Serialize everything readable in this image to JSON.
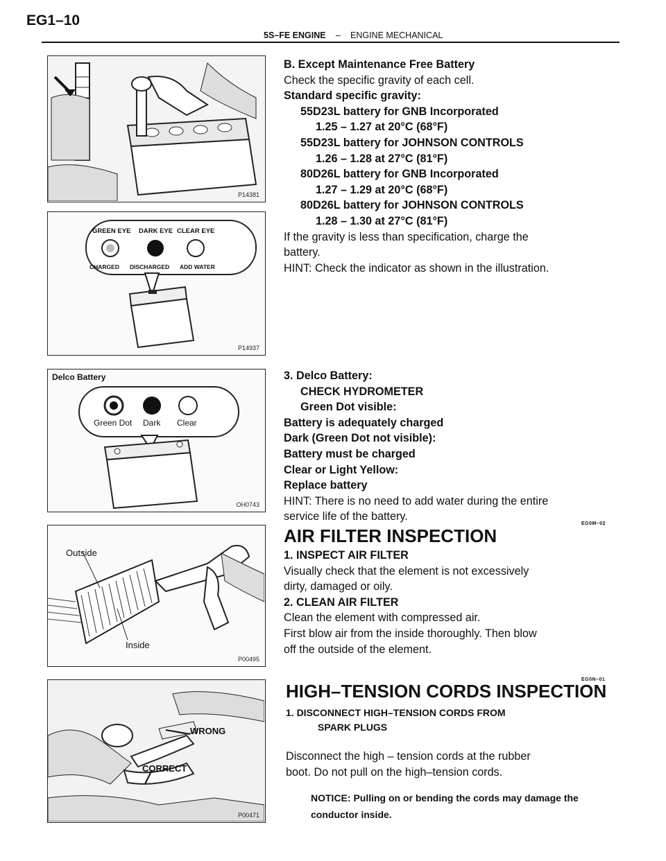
{
  "header": {
    "page_number": "EG1–10",
    "engine": "5S–FE ENGINE",
    "separator": "–",
    "section": "ENGINE MECHANICAL"
  },
  "figures": {
    "hydrometer_code": "P14381",
    "indicator": {
      "code": "P14937",
      "labels_top": [
        "GREEN EYE",
        "DARK EYE",
        "CLEAR EYE"
      ],
      "labels_bottom": [
        "CHARGED",
        "DISCHARGED",
        "ADD WATER"
      ]
    },
    "delco": {
      "code": "OH0743",
      "title": "Delco Battery",
      "labels": [
        "Green Dot",
        "Dark",
        "Clear"
      ]
    },
    "air_filter": {
      "code": "P00495",
      "label_outside": "Outside",
      "label_inside": "Inside"
    },
    "cords": {
      "code": "P00471",
      "label_wrong": "WRONG",
      "label_correct": "CORRECT"
    }
  },
  "battery_section": {
    "heading": "B. Except Maintenance Free Battery",
    "line1": "Check the specific gravity of each cell.",
    "std_label": "Standard specific gravity:",
    "spec1_name": "55D23L battery for GNB Incorporated",
    "spec1_value": "1.25 – 1.27 at 20°C (68°F)",
    "spec2_name": "55D23L battery for JOHNSON CONTROLS",
    "spec2_value": "1.26 – 1.28 at 27°C (81°F)",
    "spec3_name": "80D26L battery for GNB Incorporated",
    "spec3_value": "1.27 – 1.29 at 20°C (68°F)",
    "spec4_name": "80D26L battery for JOHNSON CONTROLS",
    "spec4_value": "1.28 – 1.30 at 27°C (81°F)",
    "note1": "If the gravity is less than specification, charge the",
    "note2": "battery.",
    "hint": "HINT: Check the indicator as shown in the illustration."
  },
  "delco_section": {
    "heading": "3. Delco Battery:",
    "sub1": "CHECK HYDROMETER",
    "sub2": "Green Dot visible:",
    "l1": "Battery is adequately charged",
    "l2": "Dark (Green Dot not visible):",
    "l3": "Battery must be charged",
    "l4": "Clear or Light Yellow:",
    "l5": "Replace battery",
    "hint1": "HINT: There is no need to add water during the entire",
    "hint2": "service life of the battery."
  },
  "air_filter_section": {
    "marker": "EG0M–02",
    "title": "AIR FILTER INSPECTION",
    "step1": "1. INSPECT AIR FILTER",
    "step1_l1": "Visually check that the element is not excessively",
    "step1_l2": "dirty, damaged or oily.",
    "step2": "2. CLEAN AIR FILTER",
    "step2_l1": "Clean the element with compressed air.",
    "step2_l2": "First blow air from the inside thoroughly. Then blow",
    "step2_l3": "off the outside of the element."
  },
  "cords_section": {
    "marker": "EG0N–01",
    "title": "HIGH–TENSION CORDS INSPECTION",
    "step1_l1": "1. DISCONNECT HIGH–TENSION CORDS FROM",
    "step1_l2": "SPARK PLUGS",
    "body1": "Disconnect the high – tension cords at the rubber",
    "body2": "boot. Do not pull on the high–tension cords.",
    "notice1": "NOTICE: Pulling on or bending the cords may damage the",
    "notice2": "conductor inside."
  },
  "colors": {
    "ink": "#111111",
    "paper": "#ffffff"
  }
}
